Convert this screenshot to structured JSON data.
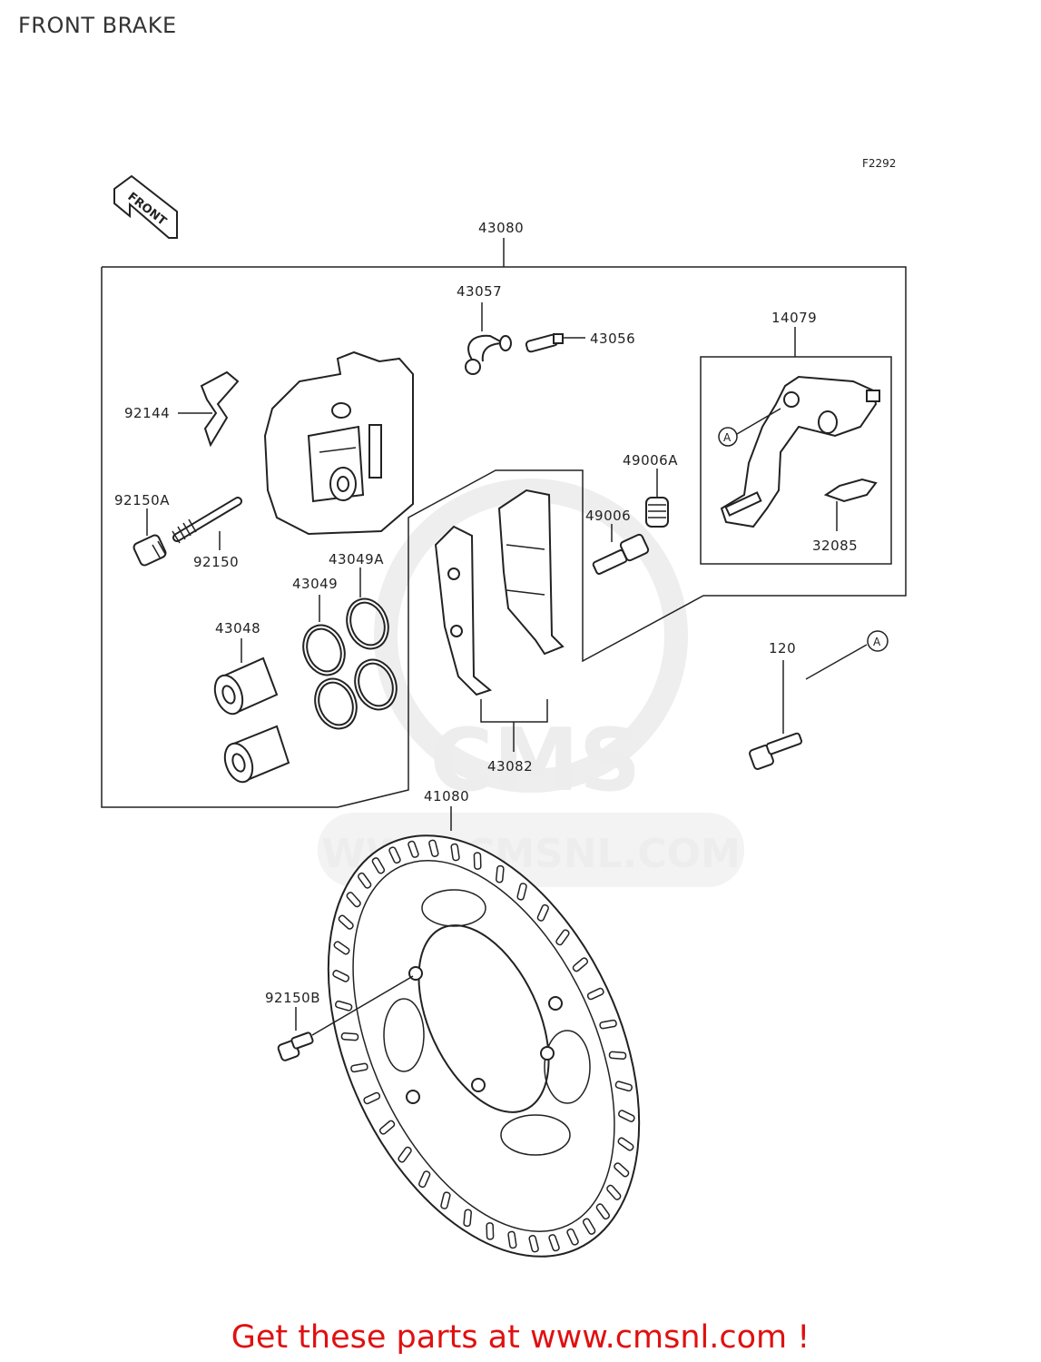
{
  "page": {
    "title": "FRONT BRAKE"
  },
  "figure": {
    "code": "F2292",
    "front_arrow_label": "FRONT"
  },
  "watermark": {
    "brand": "CMS",
    "url": "WWW.CMSNL.COM"
  },
  "callouts": {
    "ref_a": "A",
    "p43080": "43080",
    "p43057": "43057",
    "p43056": "43056",
    "p14079": "14079",
    "p92144": "92144",
    "p49006a": "49006A",
    "p92150a": "92150A",
    "p49006": "49006",
    "p92150": "92150",
    "p32085": "32085",
    "p43049a": "43049A",
    "p43049": "43049",
    "p43048": "43048",
    "p120": "120",
    "p43082": "43082",
    "p41080": "41080",
    "p92150b": "92150B"
  },
  "footer": {
    "cta": "Get these parts at www.cmsnl.com !"
  },
  "colors": {
    "cta": "#e01010",
    "line": "#222222",
    "watermark": "#ededed"
  }
}
